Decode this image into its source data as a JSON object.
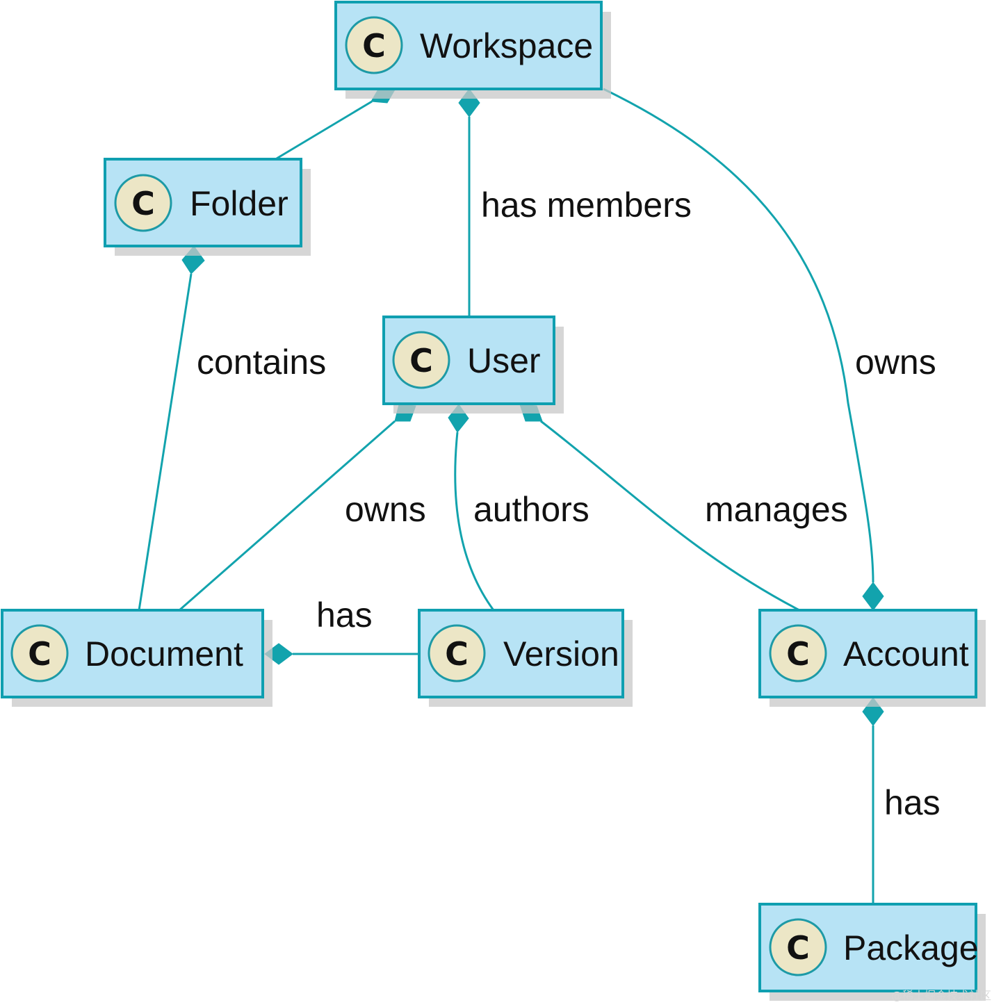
{
  "classes": {
    "workspace": {
      "name": "Workspace",
      "stereotype": "C"
    },
    "folder": {
      "name": "Folder",
      "stereotype": "C"
    },
    "user": {
      "name": "User",
      "stereotype": "C"
    },
    "document": {
      "name": "Document",
      "stereotype": "C"
    },
    "version": {
      "name": "Version",
      "stereotype": "C"
    },
    "account": {
      "name": "Account",
      "stereotype": "C"
    },
    "package": {
      "name": "Package",
      "stereotype": "C"
    }
  },
  "relations": {
    "workspace_folder": {
      "label": ""
    },
    "workspace_user": {
      "label": "has members"
    },
    "workspace_account": {
      "label": "owns"
    },
    "folder_document": {
      "label": "contains"
    },
    "user_document": {
      "label": "owns"
    },
    "user_version": {
      "label": "authors"
    },
    "user_account": {
      "label": "manages"
    },
    "document_version": {
      "label": "has"
    },
    "account_package": {
      "label": "has"
    }
  },
  "colors": {
    "box_fill": "#b7e3f5",
    "box_border": "#0f9fb0",
    "connector": "#12a3ad",
    "stereotype_circle": "#ece6c6"
  },
  "watermark": "@稀土掘金技术社区"
}
